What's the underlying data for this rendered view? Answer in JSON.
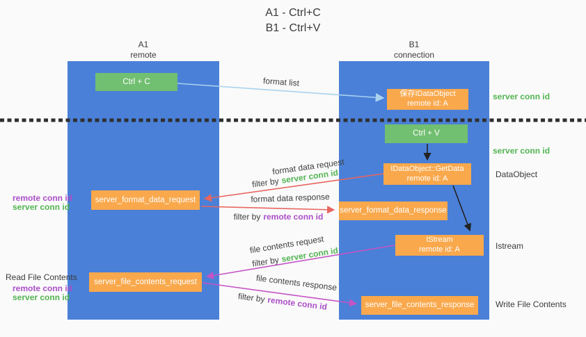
{
  "title": {
    "line1": "A1 - Ctrl+C",
    "line2": "B1 - Ctrl+V"
  },
  "lanes": {
    "a1": {
      "name": "A1",
      "subtitle": "remote"
    },
    "b1": {
      "name": "B1",
      "subtitle": "connection"
    }
  },
  "nodes": {
    "ctrl_c": {
      "label": "Ctrl + C"
    },
    "save_dataobject": {
      "line1": "保存IDataObject",
      "line2": "remote id: A"
    },
    "ctrl_v": {
      "label": "Ctrl + V"
    },
    "getdata": {
      "line1": "IDataObject::GetData",
      "line2": "remote id: A"
    },
    "format_request": {
      "label": "server_format_data_request"
    },
    "format_response": {
      "label": "server_format_data_response"
    },
    "istream": {
      "line1": "IStream",
      "line2": "remote id: A"
    },
    "file_request": {
      "label": "server_file_contents_request"
    },
    "file_response": {
      "label": "server_file_contents_response"
    }
  },
  "annotations": {
    "server_conn_id_top": "server conn id",
    "server_conn_id_mid": "server conn id",
    "dataobject": "DataObject",
    "istream": "Istream",
    "write_file_contents": "Write File Contents",
    "read_file_contents": "Read File Contents",
    "fmt_remote_conn_id": "remote conn id",
    "fmt_server_conn_id": "server conn id",
    "file_remote_conn_id": "remote conn id",
    "file_server_conn_id": "server conn id"
  },
  "flows": {
    "format_list": {
      "label": "format list"
    },
    "format_data_request": {
      "label": "format data request",
      "filter_prefix": "filter by",
      "filter_key": "server conn id"
    },
    "format_data_response": {
      "label": "format data response",
      "filter_prefix": "filter by",
      "filter_key": "remote conn id"
    },
    "file_contents_request": {
      "label": "file contents request",
      "filter_prefix": "filter by",
      "filter_key": "server conn id"
    },
    "file_contents_response": {
      "label": "file contents response",
      "filter_prefix": "filter by",
      "filter_key": "remote conn id"
    }
  },
  "colors": {
    "lane_blue": "#4a80d8",
    "action_green": "#71bf70",
    "message_orange": "#f9a84c",
    "server_conn_green": "#53b453",
    "remote_conn_purple": "#ab4fc8",
    "request_red": "#e8655f",
    "response_magenta": "#c454c4",
    "format_list_blue": "#a9d2ee"
  }
}
